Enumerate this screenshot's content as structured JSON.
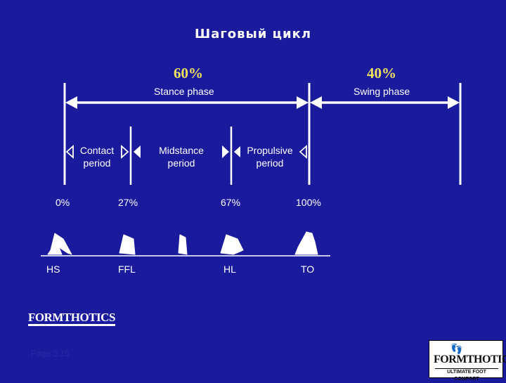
{
  "slide": {
    "title": "Шаговый цикл",
    "stance_percent": "60%",
    "swing_percent": "40%",
    "stance_label": "Stance phase",
    "swing_label": "Swing phase",
    "periods": {
      "contact": [
        "Contact",
        "period"
      ],
      "midstance": [
        "Midstance",
        "period"
      ],
      "propulsive": [
        "Propulsive",
        "period"
      ]
    },
    "ticks": [
      "0%",
      "27%",
      "67%",
      "100%"
    ],
    "events": [
      "HS",
      "FFL",
      "HL",
      "TO"
    ],
    "footer_page": "Page 3.10",
    "logo_small": "FORMTHOTICS",
    "logo_badge": "FORMTHOTICS",
    "logo_tagline": "ULTIMATE FOOT COMFORT"
  },
  "colors": {
    "background": "#1a1a9c",
    "accent_percent": "#f0e060",
    "line": "#ffffff"
  }
}
